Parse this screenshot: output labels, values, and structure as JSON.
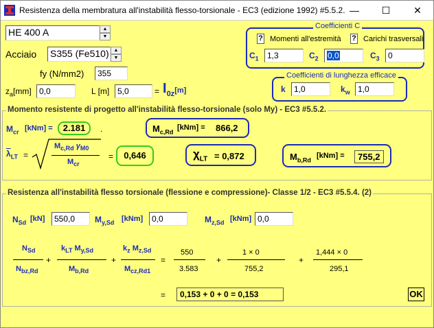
{
  "window": {
    "title": "Resistenza della membratura all'instabilità flesso-torsionale - EC3 (edizione 1992) #5.5.2.",
    "minimize": "—",
    "maximize": "☐",
    "close": "✕"
  },
  "section": {
    "profile": "HE 400 A"
  },
  "material": {
    "label": "Acciaio",
    "value": "S355 (Fe510)",
    "fy_label": "fy (N/mm2)",
    "fy_value": "355"
  },
  "geometry": {
    "za_label": "z",
    "za_sub": "a",
    "za_unit": "[mm]",
    "za_value": "0,0",
    "L_label": "L [m]",
    "L_value": "5,0",
    "I_label": "I",
    "I_sub": "0z",
    "I_unit": "[m]"
  },
  "coeff_c": {
    "title": "Coefficienti C",
    "opt_moments": "Momenti all'estremità",
    "opt_loads": "Carichi trasversali",
    "c_label": "C",
    "c1_sub": "1",
    "c1": "1,3",
    "c2_sub": "2",
    "c2": "0,0",
    "c3_sub": "3",
    "c3": "0"
  },
  "eff_len": {
    "title": "Coefficienti di lunghezza efficace",
    "k_label": "k",
    "k": "1,0",
    "kw_label": "k",
    "kw_sub": "w",
    "kw": "1,0"
  },
  "moment": {
    "title": "Momento resistente di progetto all'instabilità flesso-torsionale (solo My) - EC3 #5.5.2.",
    "mcr_label": "M",
    "mcr_sub": "cr",
    "mcr_unit": "[kNm] =",
    "mcr_value": "2.181",
    "mcrd_label": "M",
    "mcrd_sub": "c,Rd",
    "mcrd_unit": "[kNm] =",
    "mcrd_value": "866,2",
    "lambda_label": "λ",
    "lambda_sub": "LT",
    "lambda_eq": "=",
    "num_text": "M",
    "num_sub": "c,Rd",
    "num_gamma": "γ",
    "num_gamma_sub": "M0",
    "den_text": "M",
    "den_sub": "cr",
    "eq2": "=",
    "lambda_value": "0,646",
    "chi_label": "χ",
    "chi_sub": "LT",
    "chi_value": "= 0,872",
    "mbrd_label": "M",
    "mbrd_sub": "b,Rd",
    "mbrd_unit": "[kNm] =",
    "mbrd_value": "755,2"
  },
  "combined": {
    "title": "Resistenza all'instabilità flesso torsionale (flessione e compressione)- Classe 1/2 - EC3 #5.5.4. (2)",
    "nsd_label": "N",
    "nsd_sub": "Sd",
    "nsd_unit": "[kN]",
    "nsd_value": "550,0",
    "mysd_label": "M",
    "mysd_sub": "y,Sd",
    "mysd_unit": "[kNm]",
    "mysd_value": "0,0",
    "mzsd_label": "M",
    "mzsd_sub": "z,Sd",
    "mzsd_unit": "[kNm]",
    "mzsd_value": "0,0",
    "f1_num": "N",
    "f1_num_sub": "Sd",
    "f1_den": "N",
    "f1_den_sub": "bz,Rd",
    "plus": "+",
    "f2_num_a": "k",
    "f2_num_a_sub": "LT",
    "f2_num_b": "M",
    "f2_num_b_sub": "y,Sd",
    "f2_den": "M",
    "f2_den_sub": "b,Rd",
    "f3_num_a": "k",
    "f3_num_a_sub": "z",
    "f3_num_b": "M",
    "f3_num_b_sub": "z,Sd",
    "f3_den": "M",
    "f3_den_sub": "cz,Rd1",
    "eq": "=",
    "v1_num": "550",
    "v1_den": "3.583",
    "v2_num": "1 × 0",
    "v2_den": "755,2",
    "v3_num": "1,444 × 0",
    "v3_den": "295,1",
    "result": "0,153 +  0 +  0  =  0,153",
    "ok": "OK"
  }
}
